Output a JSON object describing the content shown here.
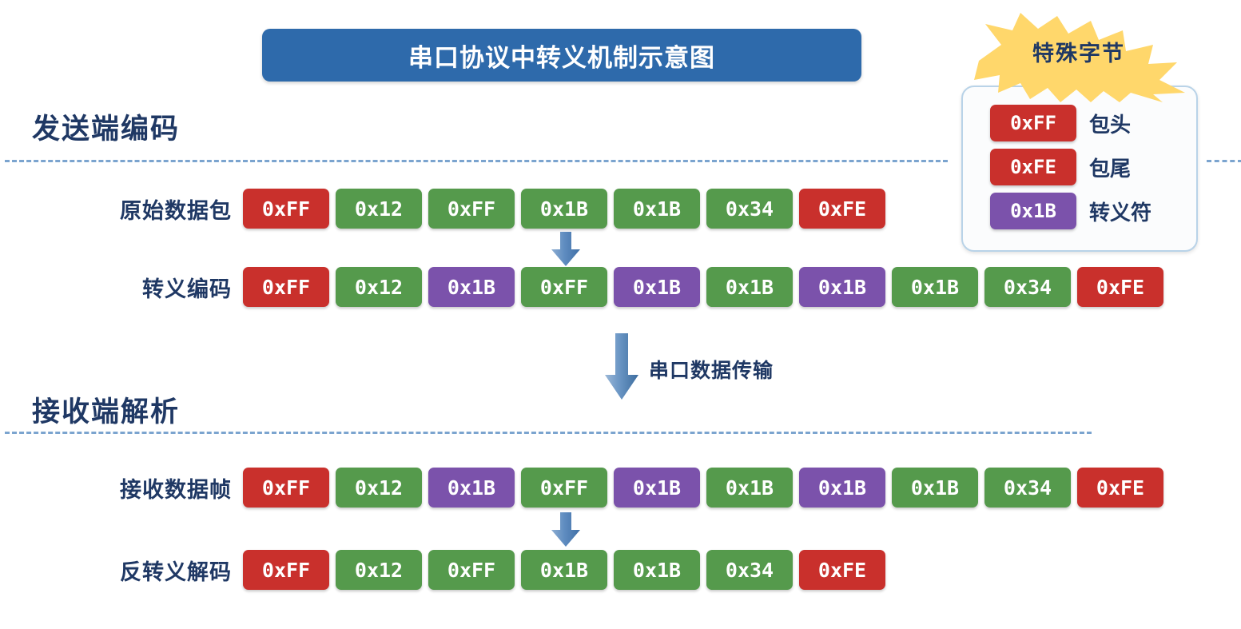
{
  "title": "串口协议中转义机制示意图",
  "sections": {
    "send": "发送端编码",
    "recv": "接收端解析"
  },
  "transmit_label": "串口数据传输",
  "legend": {
    "badge": "特殊字节",
    "items": [
      {
        "code": "0xFF",
        "color": "red",
        "hex": "#c9302c",
        "desc": "包头"
      },
      {
        "code": "0xFE",
        "color": "red",
        "hex": "#c9302c",
        "desc": "包尾"
      },
      {
        "code": "0x1B",
        "color": "purple",
        "hex": "#7b52ab",
        "desc": "转义符"
      }
    ]
  },
  "rows": {
    "raw": {
      "label": "原始数据包",
      "cells": [
        {
          "v": "0xFF",
          "c": "red"
        },
        {
          "v": "0x12",
          "c": "green"
        },
        {
          "v": "0xFF",
          "c": "green"
        },
        {
          "v": "0x1B",
          "c": "green"
        },
        {
          "v": "0x1B",
          "c": "green"
        },
        {
          "v": "0x34",
          "c": "green"
        },
        {
          "v": "0xFE",
          "c": "red"
        }
      ]
    },
    "encoded": {
      "label": "转义编码",
      "cells": [
        {
          "v": "0xFF",
          "c": "red"
        },
        {
          "v": "0x12",
          "c": "green"
        },
        {
          "v": "0x1B",
          "c": "purple"
        },
        {
          "v": "0xFF",
          "c": "green"
        },
        {
          "v": "0x1B",
          "c": "purple"
        },
        {
          "v": "0x1B",
          "c": "green"
        },
        {
          "v": "0x1B",
          "c": "purple"
        },
        {
          "v": "0x1B",
          "c": "green"
        },
        {
          "v": "0x34",
          "c": "green"
        },
        {
          "v": "0xFE",
          "c": "red"
        }
      ]
    },
    "frame": {
      "label": "接收数据帧",
      "cells": [
        {
          "v": "0xFF",
          "c": "red"
        },
        {
          "v": "0x12",
          "c": "green"
        },
        {
          "v": "0x1B",
          "c": "purple"
        },
        {
          "v": "0xFF",
          "c": "green"
        },
        {
          "v": "0x1B",
          "c": "purple"
        },
        {
          "v": "0x1B",
          "c": "green"
        },
        {
          "v": "0x1B",
          "c": "purple"
        },
        {
          "v": "0x1B",
          "c": "green"
        },
        {
          "v": "0x34",
          "c": "green"
        },
        {
          "v": "0xFE",
          "c": "red"
        }
      ]
    },
    "decoded": {
      "label": "反转义解码",
      "cells": [
        {
          "v": "0xFF",
          "c": "red"
        },
        {
          "v": "0x12",
          "c": "green"
        },
        {
          "v": "0xFF",
          "c": "green"
        },
        {
          "v": "0x1B",
          "c": "green"
        },
        {
          "v": "0x1B",
          "c": "green"
        },
        {
          "v": "0x34",
          "c": "green"
        },
        {
          "v": "0xFE",
          "c": "red"
        }
      ]
    }
  },
  "colors": {
    "title_banner": "#2e6aab",
    "red": "#c9302c",
    "green": "#559a4c",
    "purple": "#7b52ab",
    "heading": "#1f3864",
    "dashed_rule": "#7ba4cf",
    "burst": "#ffd76b",
    "arrow": "#4a7ebb"
  }
}
